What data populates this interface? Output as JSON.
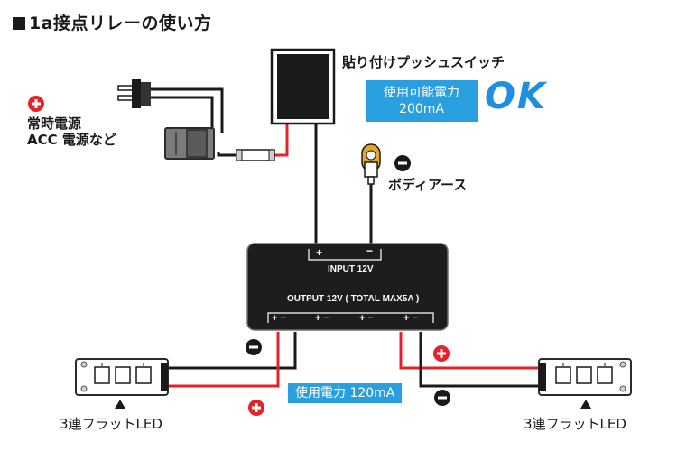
{
  "title": "1a接点リレーの使い方",
  "switch_label": "貼り付けプッシュスイッチ",
  "switch_capacity": {
    "line1": "使用可能電力",
    "line2": "200mA",
    "ok_text": "OK"
  },
  "power_source": {
    "line1": "常時電源",
    "line2": "ACC 電源など"
  },
  "body_earth_label": "ボディアース",
  "relay": {
    "input_plus": "+",
    "input_minus": "−",
    "input_label": "INPUT 12V",
    "output_label": "OUTPUT 12V ( TOTAL MAX5A )",
    "output_terminals": [
      "+ −",
      "+ −",
      "+ −",
      "+ −"
    ]
  },
  "led_capacity": "使用電力 120mA",
  "led_left_label": "3連フラットLED",
  "led_right_label": "3連フラットLED",
  "colors": {
    "plus_red": "#e5222a",
    "minus_black": "#1a1a1a",
    "callout_blue": "#2a9fe0",
    "ok_blue": "#1e8fe0"
  }
}
